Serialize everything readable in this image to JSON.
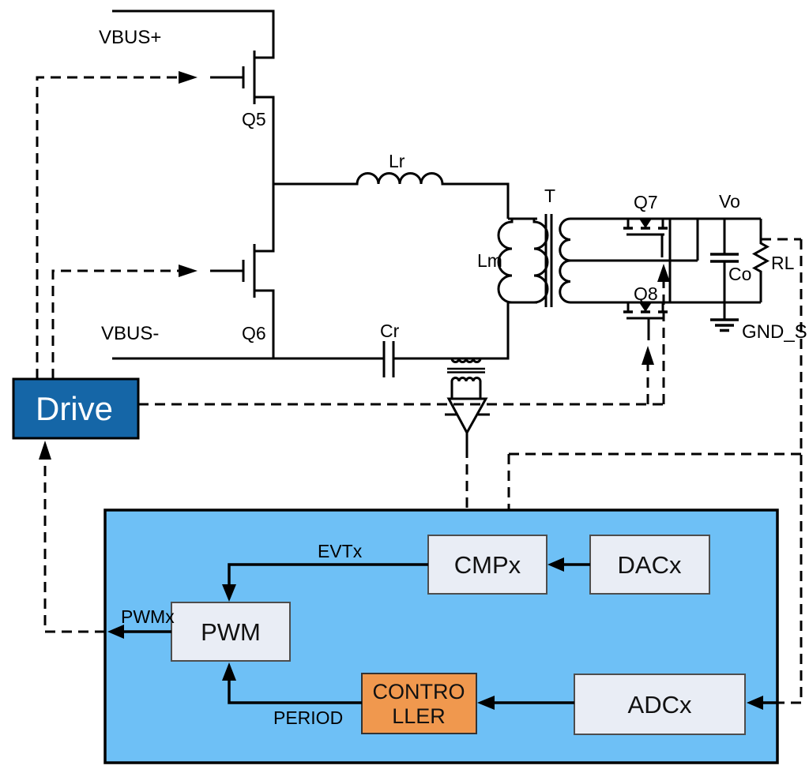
{
  "schematic": {
    "power": {
      "vbus_plus": "VBUS+",
      "vbus_minus": "VBUS-",
      "q5": "Q5",
      "q6": "Q6",
      "q7": "Q7",
      "q8": "Q8",
      "lr": "Lr",
      "lm": "Lm",
      "cr": "Cr",
      "transformer": "T",
      "vo": "Vo",
      "co": "Co",
      "rl": "RL",
      "gnd_s": "GND_S"
    },
    "drive": {
      "label": "Drive"
    },
    "mcu": {
      "cmp": "CMPx",
      "dac": "DACx",
      "pwm": "PWM",
      "controller_line1": "CONTRO",
      "controller_line2": "LLER",
      "adc": "ADCx",
      "signal_evt": "EVTx",
      "signal_pwmx": "PWMx",
      "signal_period": "PERIOD"
    },
    "colors": {
      "drive_fill": "#1566A7",
      "mcu_fill": "#6EC0F6",
      "block_fill": "#E9EDF5",
      "controller_fill": "#F0984E",
      "line": "#000000"
    }
  }
}
